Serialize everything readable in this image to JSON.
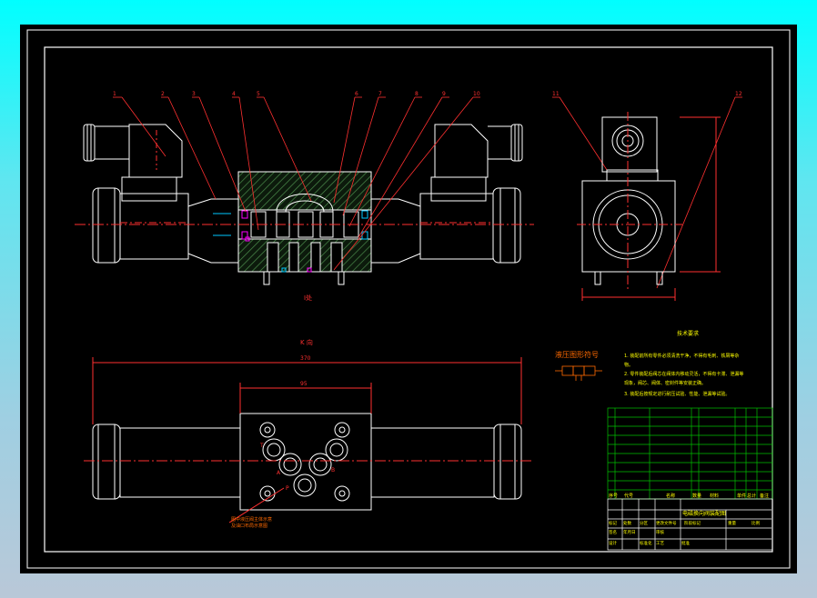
{
  "colors": {
    "frame": "#ffffff",
    "outline": "#ffffff",
    "leader": "#ff3030",
    "dim": "#ff3030",
    "center": "#ff3030",
    "hatch": "#4a8a4a",
    "magenta": "#ff00ff",
    "cyan": "#00c8ff",
    "orange": "#ff6a00",
    "yellow": "#ffff00",
    "table": "#00c000",
    "title_text": "#ffff00"
  },
  "labels": {
    "part_numbers": [
      "1",
      "2",
      "3",
      "4",
      "5",
      "6",
      "7",
      "8",
      "9",
      "10"
    ],
    "side_part_numbers": [
      "11",
      "12"
    ],
    "section_mark": "I处",
    "view_title": "K 向",
    "dim_overall": "370",
    "dim_body": "95",
    "port_labels": {
      "t": "T",
      "a": "A",
      "b": "B",
      "p": "P"
    },
    "symbol_title": "液压图形符号",
    "note_under_plate": [
      "图中液压阀主体示意",
      "及油口布局示意图"
    ]
  },
  "requirements": {
    "title": "技术要求",
    "lines": [
      "1. 装配前所有零件必须清洗干净，不得有毛刺、铁屑等杂",
      "物。",
      "2. 零件装配后阀芯在阀体内移动灵活，不得有卡滞、泄漏等",
      "现象，阀芯、阀体、密封件等安装正确。",
      "3. 装配后按规定进行耐压试验、性能、泄漏等试验。"
    ]
  },
  "bom_header": [
    "序号",
    "代号",
    "名称",
    "数量",
    "材料",
    "单件",
    "总计",
    "备注"
  ],
  "title_block": {
    "drawing_name": "电磁换向阀装配图",
    "cells": [
      "标记",
      "处数",
      "分区",
      "更改文件号",
      "签名",
      "年月日",
      "设计",
      "标准化",
      "审核",
      "工艺",
      "批准",
      "阶段标记",
      "重量",
      "比例"
    ]
  }
}
